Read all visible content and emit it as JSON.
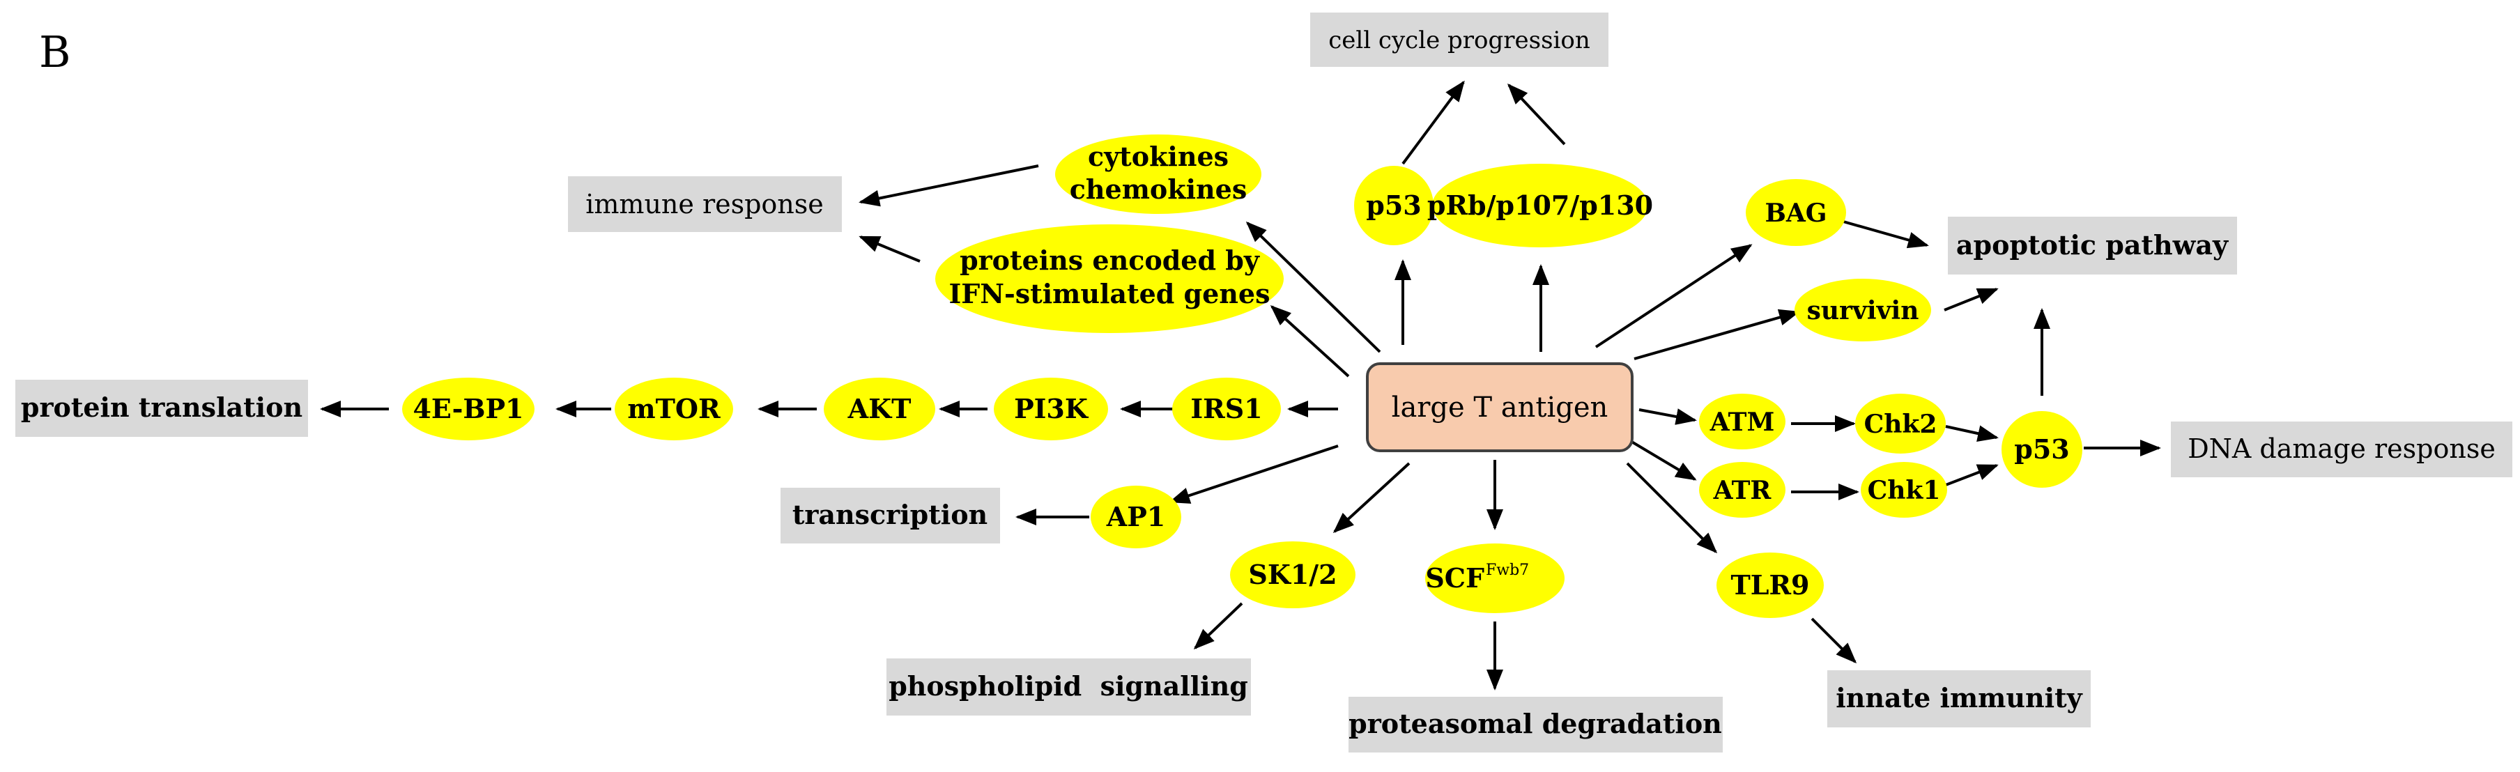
{
  "panel_label": "B",
  "center": {
    "text": "large T antigen"
  },
  "nodes": {
    "cytokines_line1": "cytokines",
    "cytokines_line2": "chemokines",
    "p53_top": "p53",
    "prb": "pRb/p107/p130",
    "proteins_line1": "proteins encoded by",
    "proteins_line2": "IFN-stimulated genes",
    "bag": "BAG",
    "survivin": "survivin",
    "irs1": "IRS1",
    "pi3k": "PI3K",
    "akt": "AKT",
    "mtor": "mTOR",
    "fourebp1": "4E-BP1",
    "ap1": "AP1",
    "sk12": "SK1/2",
    "scf_base": "SCF",
    "scf_sup": "Fwb7",
    "atm": "ATM",
    "atr": "ATR",
    "chk2": "Chk2",
    "chk1": "Chk1",
    "p53_right": "p53",
    "tlr9": "TLR9"
  },
  "outcomes": {
    "cell_cycle": "cell cycle progression",
    "immune": "immune response",
    "apoptotic": "apoptotic pathway",
    "protein_translation": "protein translation",
    "transcription": "transcription",
    "dna_damage": "DNA damage response",
    "phospholipid": "phospholipid  signalling",
    "proteasomal": "proteasomal degradation",
    "innate": "innate immunity"
  },
  "colors": {
    "node_fill": "#ffff00",
    "center_fill": "#f8cbad",
    "center_stroke": "#404040",
    "box_fill": "#d9d9d9",
    "arrow": "#000000",
    "text": "#000000"
  }
}
